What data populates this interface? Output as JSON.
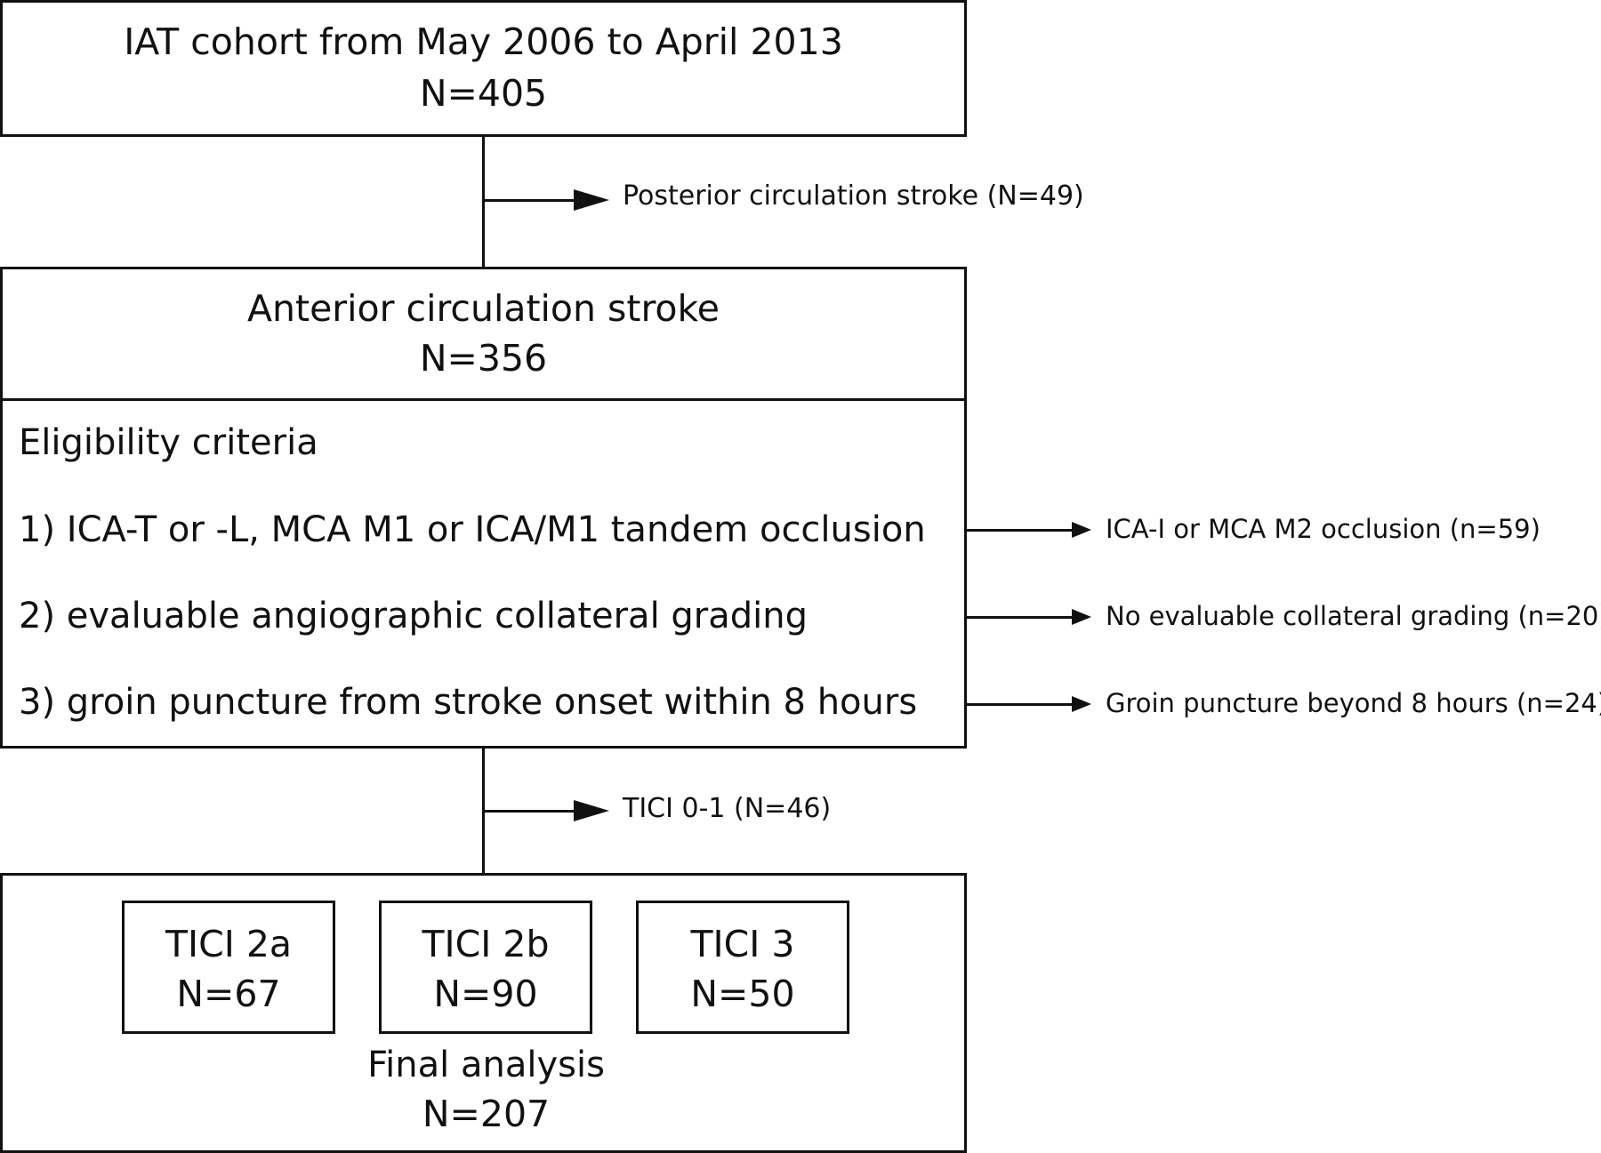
{
  "top_box": {
    "title": "IAT cohort from May 2006 to April 2013",
    "count": "N=405"
  },
  "exclusion_1": "Posterior circulation stroke (N=49)",
  "anterior_box": {
    "title": "Anterior circulation stroke",
    "count": "N=356"
  },
  "criteria": {
    "header": "Eligibility criteria",
    "items": [
      {
        "label": "1) ICA-T or -L, MCA M1 or ICA/M1 tandem occlusion",
        "exclusion": "ICA-I or MCA M2 occlusion (n=59)"
      },
      {
        "label": "2) evaluable angiographic collateral grading",
        "exclusion": "No evaluable collateral grading (n=20)"
      },
      {
        "label": "3) groin puncture from stroke onset within 8 hours",
        "exclusion": "Groin puncture beyond 8 hours (n=24)"
      }
    ]
  },
  "exclusion_2": "TICI 0-1 (N=46)",
  "final_box": {
    "groups": [
      {
        "title": "TICI 2a",
        "count": "N=67"
      },
      {
        "title": "TICI 2b",
        "count": "N=90"
      },
      {
        "title": "TICI 3",
        "count": "N=50"
      }
    ],
    "title": "Final analysis",
    "count": "N=207"
  }
}
